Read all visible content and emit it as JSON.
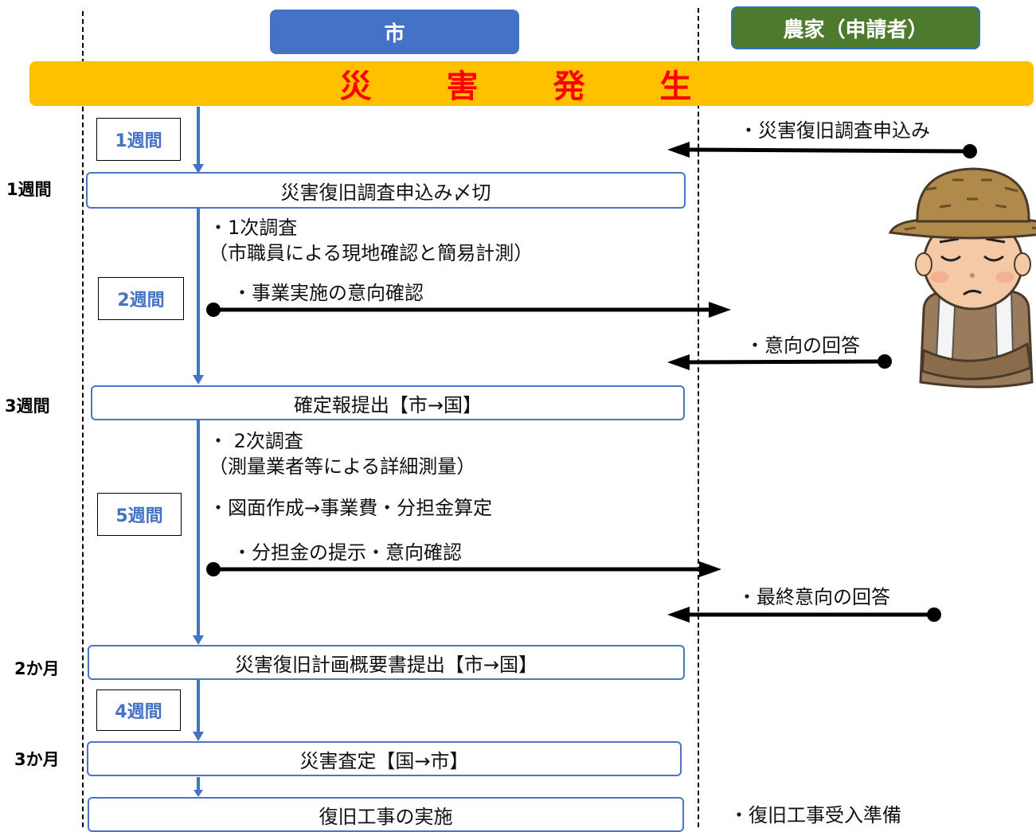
{
  "header": {
    "city": "市",
    "farmer": "農家（申請者）",
    "disaster": "災 害 発 生"
  },
  "stages": {
    "deadline": "災害復旧調査申込み〆切",
    "report": "確定報提出【市→国】",
    "plan": "災害復旧計画概要書提出【市→国】",
    "assessment": "災害査定【国→市】",
    "construction": "復旧工事の実施"
  },
  "durations": {
    "d1": "1週間",
    "d2": "2週間",
    "d3": "5週間",
    "d4": "4週間"
  },
  "time_labels": {
    "t1": "1週間",
    "t2": "3週間",
    "t3": "2か月",
    "t4": "3か月"
  },
  "notes": {
    "apply": "・災害復旧調査申込み",
    "survey1": "・1次調査",
    "survey1_detail": "（市職員による現地確認と簡易計測）",
    "intent_check": "・事業実施の意向確認",
    "intent_reply": "・意向の回答",
    "survey2": "・ 2次調査",
    "survey2_detail": "（測量業者等による詳細測量）",
    "drawing": "・図面作成→事業費・分担金算定",
    "share_present": "・分担金の提示・意向確認",
    "final_reply": "・最終意向の回答",
    "prep": "・復旧工事受入準備"
  },
  "colors": {
    "city_blue": "#4472c4",
    "farmer_green": "#4e7a2e",
    "banner_yellow": "#ffc000",
    "banner_text": "#ff0000"
  },
  "illustration": "farmer-thinking-icon"
}
